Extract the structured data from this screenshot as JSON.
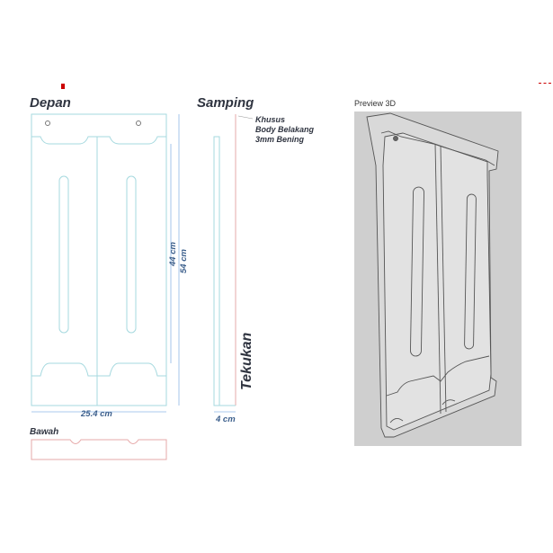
{
  "views": {
    "front_label": "Depan",
    "side_label": "Samping",
    "bottom_label": "Bawah",
    "preview_label": "Preview 3D"
  },
  "note": {
    "line1": "Khusus",
    "line2": "Body Belakang",
    "line3": "3mm Bening"
  },
  "dimensions": {
    "height_inner": "44 cm",
    "height_outer": "54 cm",
    "width": "25.4 cm",
    "depth": "4 cm"
  },
  "fold_label": "Tekukan",
  "colors": {
    "outline": "#a6d9df",
    "dim_line": "#8fb8e6",
    "dim_text": "#3c5f8c",
    "side_outline": "#e6a8a8",
    "accent_red": "#cc0000",
    "preview_bg": "#cfcfcf",
    "preview_stroke": "#555555"
  }
}
